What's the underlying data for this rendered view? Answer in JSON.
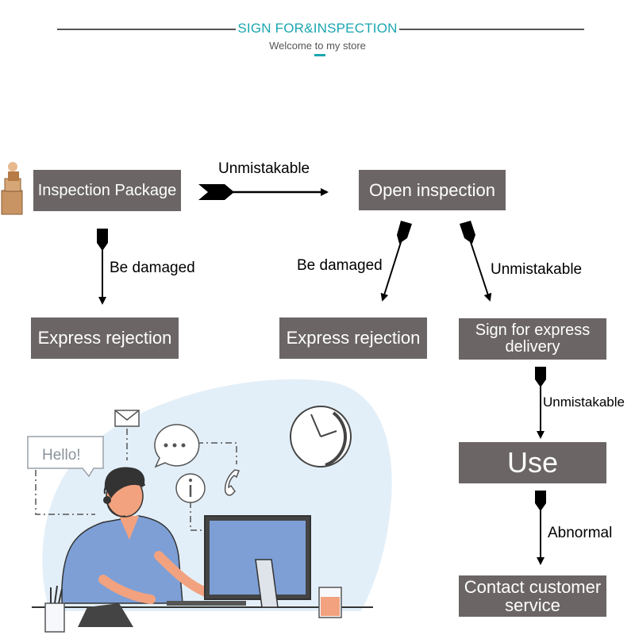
{
  "header": {
    "title": "SIGN FOR&INSPECTION",
    "subtitle": "Welcome to my store",
    "accent_color": "#1aa6b0",
    "line_color": "#555555"
  },
  "flow": {
    "box_color": "#6b6565",
    "nodes": {
      "inspection_package": "Inspection Package",
      "open_inspection": "Open inspection",
      "express_rejection_left": "Express rejection",
      "express_rejection_mid": "Express rejection",
      "sign_for_express_delivery": "Sign for express delivery",
      "use": "Use",
      "contact_customer_service": "Contact customer service"
    },
    "edges": {
      "package_to_open": "Unmistakable",
      "package_to_rejection": "Be damaged",
      "open_to_rejection": "Be damaged",
      "open_to_sign": "Unmistakable",
      "sign_to_use": "Unmistakable",
      "use_to_contact": "Abnormal"
    }
  },
  "illustration": {
    "speech_bubble_text": "Hello!",
    "icons": [
      "delivery-person-icon",
      "mail-icon",
      "chat-bubble-icon",
      "info-icon",
      "phone-icon",
      "clock-icon",
      "headset-icon",
      "computer-monitor-icon",
      "cup-icon",
      "pencil-cup-icon"
    ]
  }
}
